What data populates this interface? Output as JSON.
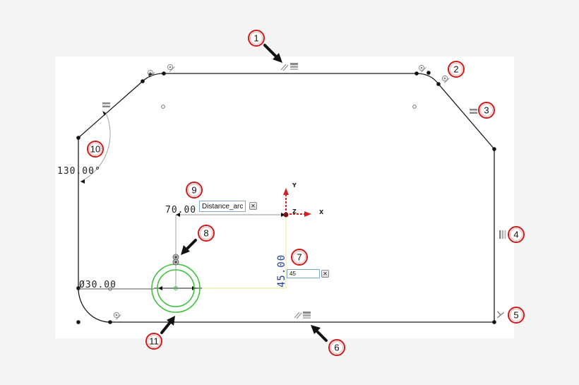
{
  "sketch": {
    "dimensions": {
      "angle": "130.00°",
      "horizontal_distance": "70.00",
      "diameter": "Ø30.00",
      "vertical_distance": "45.00"
    },
    "inputs": {
      "distance_name": {
        "value": "Distance_arc"
      },
      "vertical_value": {
        "value": "45"
      }
    },
    "axes": {
      "x": "X",
      "y": "Y",
      "z": "Z"
    },
    "colors": {
      "canvas": "#ffffff",
      "background": "#f4f4f4",
      "geometry": "#1a1a1a",
      "selected_circle": "#3ec23e",
      "axis": "#d42020",
      "dimension_blue": "#1f3f9a",
      "callout_ring": "#d01a1a"
    }
  },
  "callouts": [
    {
      "n": "1",
      "target": "parallel-horizontal-constraint-top"
    },
    {
      "n": "2",
      "target": "tangent-constraint-top-right"
    },
    {
      "n": "3",
      "target": "equal-constraint-right-chamfer"
    },
    {
      "n": "4",
      "target": "vertical-constraint-right"
    },
    {
      "n": "5",
      "target": "perpendicular-constraint-bottom-right"
    },
    {
      "n": "6",
      "target": "parallel-horizontal-constraint-bottom"
    },
    {
      "n": "7",
      "target": "vertical-dimension-input"
    },
    {
      "n": "8",
      "target": "concentric-constraint"
    },
    {
      "n": "9",
      "target": "distance-name-input"
    },
    {
      "n": "10",
      "target": "angle-dimension"
    },
    {
      "n": "11",
      "target": "selected-circles"
    }
  ],
  "constraint_icons": [
    "parallel-icon",
    "horizontal-icon",
    "tangent-icon",
    "equal-icon",
    "vertical-icon",
    "perpendicular-icon",
    "concentric-icon"
  ]
}
